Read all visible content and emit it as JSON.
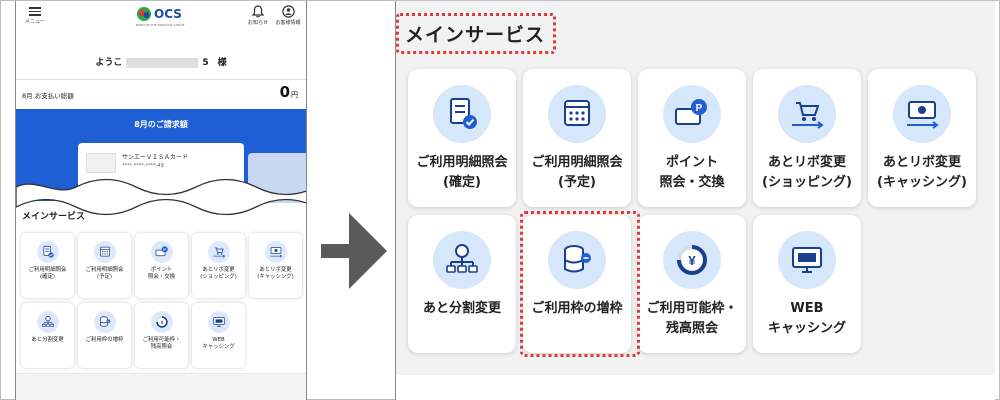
{
  "phone": {
    "header": {
      "menu_label": "メニュー",
      "logo_text": "OCS",
      "logo_tagline": "BORN OF THE SPACIOUS GROUP",
      "notice_label": "お知らせ",
      "customer_label": "お客様情報"
    },
    "welcome_prefix": "ようこ",
    "welcome_suffix": "5　様",
    "payment_label": "8月 お支払い総額",
    "payment_amount": "0",
    "payment_unit": "円",
    "billing_title": "8月のご請求額",
    "card_name": "サンエーＶＩＳＡカード",
    "card_number": "****-****-****-49",
    "section_title": "メインサービス",
    "services": [
      {
        "label": "ご利用明細照会\n(確定)",
        "icon": "statement-confirmed-icon"
      },
      {
        "label": "ご利用明細照会\n(予定)",
        "icon": "calendar-icon"
      },
      {
        "label": "ポイント\n照会・交換",
        "icon": "points-card-icon"
      },
      {
        "label": "あとリボ変更\n(ショッピング)",
        "icon": "shopping-cart-icon"
      },
      {
        "label": "あとリボ変更\n(キャッシング)",
        "icon": "cash-icon"
      },
      {
        "label": "あと分割変更",
        "icon": "split-payment-icon"
      },
      {
        "label": "ご利用枠の増枠",
        "icon": "limit-increase-icon"
      },
      {
        "label": "ご利用可能枠・\n残高照会",
        "icon": "yen-gauge-icon"
      },
      {
        "label": "WEB\nキャッシング",
        "icon": "web-cashing-icon"
      }
    ]
  },
  "zoom": {
    "section_title": "メインサービス",
    "services": [
      {
        "label": "ご利用明細照会\n(確定)",
        "icon": "statement-confirmed-icon"
      },
      {
        "label": "ご利用明細照会\n(予定)",
        "icon": "calendar-icon"
      },
      {
        "label": "ポイント\n照会・交換",
        "icon": "points-card-icon"
      },
      {
        "label": "あとリボ変更\n(ショッピング)",
        "icon": "shopping-cart-icon"
      },
      {
        "label": "あとリボ変更\n(キャッシング)",
        "icon": "cash-icon"
      },
      {
        "label": "あと分割変更",
        "icon": "split-payment-icon"
      },
      {
        "label": "ご利用枠の増枠",
        "icon": "limit-increase-icon",
        "highlighted": true
      },
      {
        "label": "ご利用可能枠・\n残高照会",
        "icon": "yen-gauge-icon"
      },
      {
        "label": "WEB\nキャッシング",
        "icon": "web-cashing-icon"
      }
    ]
  },
  "colors": {
    "accent": "#1f5fd6",
    "highlight": "#e03a3a",
    "icon_bg": "#d6e6fb",
    "icon_stroke": "#1b3f8f"
  }
}
